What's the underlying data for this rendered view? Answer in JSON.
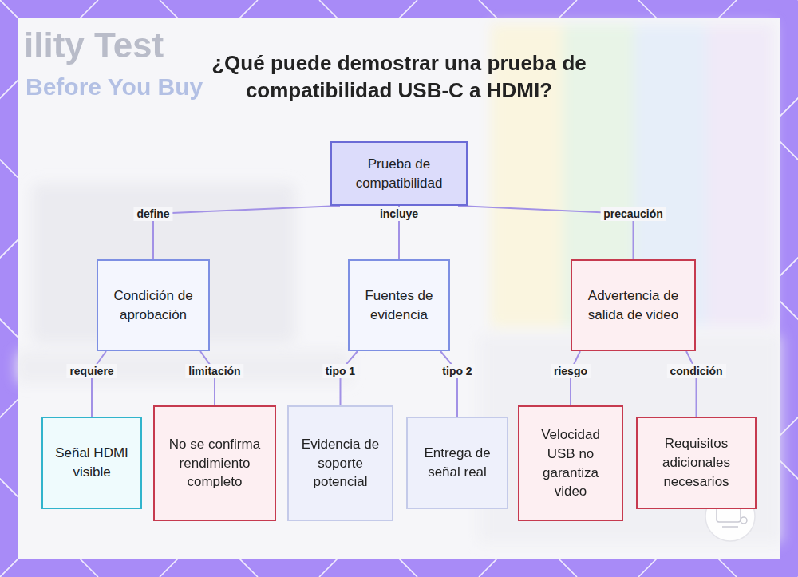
{
  "diagram": {
    "title": "¿Qué puede demostrar una prueba de compatibilidad USB-C a HDMI?",
    "nodes": [
      {
        "text": [
          "Prueba de compatibilidad"
        ]
      },
      {
        "text": [
          "Condición de aprobación"
        ]
      },
      {
        "text": [
          "Fuentes de evidencia"
        ]
      },
      {
        "text": [
          "Advertencia de salida de video"
        ]
      },
      {
        "text": [
          "Señal HDMI visible"
        ]
      },
      {
        "text": [
          "No se confirma rendimiento completo"
        ]
      },
      {
        "text": [
          "Evidencia de soporte potencial"
        ]
      },
      {
        "text": [
          "Entrega de señal real"
        ]
      },
      {
        "text": [
          "Velocidad USB no garantiza video"
        ]
      },
      {
        "text": [
          "Requisitos adicionales necesarios"
        ]
      }
    ],
    "edges": [
      {
        "from": 0,
        "to": 1,
        "label": "define",
        "arrow": "none"
      },
      {
        "from": 0,
        "to": 2,
        "label": "incluye",
        "arrow": "none"
      },
      {
        "from": 0,
        "to": 3,
        "label": "precaución",
        "arrow": "none"
      },
      {
        "from": 1,
        "to": 4,
        "label": "requiere",
        "arrow": "none"
      },
      {
        "from": 1,
        "to": 5,
        "label": "limitación",
        "arrow": "none"
      },
      {
        "from": 2,
        "to": 6,
        "label": "tipo 1",
        "arrow": "none"
      },
      {
        "from": 2,
        "to": 7,
        "label": "tipo 2",
        "arrow": "none"
      },
      {
        "from": 3,
        "to": 8,
        "label": "riesgo",
        "arrow": "none"
      },
      {
        "from": 3,
        "to": 9,
        "label": "condición",
        "arrow": "none"
      }
    ],
    "labels": [
      "ility Test",
      "Before You Buy"
    ]
  }
}
